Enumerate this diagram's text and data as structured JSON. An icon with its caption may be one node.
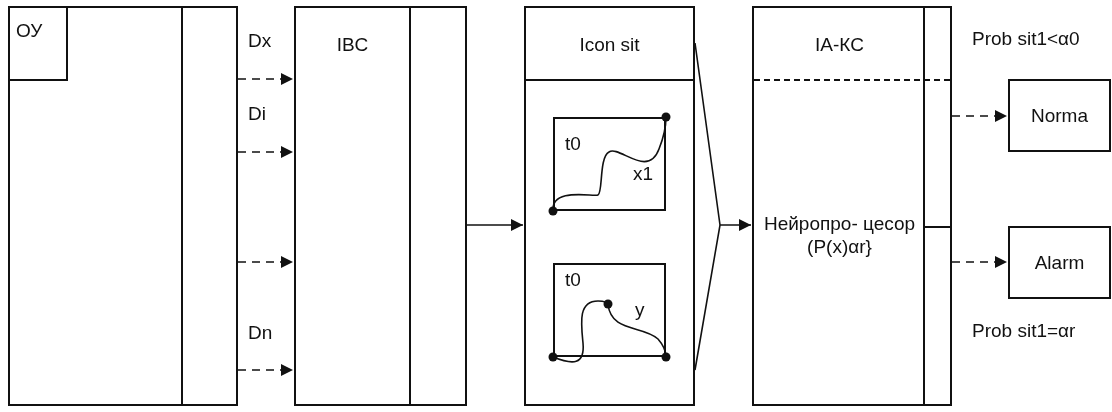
{
  "diagram": {
    "nodes": [
      {
        "text": [
          "ОУ"
        ]
      },
      {
        "text": [
          "IBC"
        ]
      },
      {
        "text": [
          "Icon sit"
        ]
      },
      {
        "text": [
          "t0",
          "x1"
        ],
        "in": 2
      },
      {
        "text": [
          "t0",
          "y"
        ],
        "in": 2
      },
      {
        "text": [
          "IA-КС",
          "Нейропро- цесор (P(x)αr}"
        ]
      },
      {
        "text": [
          "Norma"
        ]
      },
      {
        "text": [
          "Alarm"
        ]
      }
    ],
    "edges": [
      {
        "from": 0,
        "to": 1,
        "arrow": "to",
        "style": "dashed",
        "label": "Dx"
      },
      {
        "from": 0,
        "to": 1,
        "arrow": "to",
        "style": "dashed",
        "label": "Di"
      },
      {
        "from": 0,
        "to": 1,
        "arrow": "to",
        "style": "dashed"
      },
      {
        "from": 0,
        "to": 1,
        "arrow": "to",
        "style": "dashed",
        "label": "Dn"
      },
      {
        "from": 1,
        "to": 2,
        "arrow": "to"
      },
      {
        "from": 2,
        "to": 5,
        "arrow": "to"
      },
      {
        "from": 5,
        "to": 6,
        "arrow": "to",
        "style": "dashed"
      },
      {
        "from": 5,
        "to": 7,
        "arrow": "to",
        "style": "dashed"
      }
    ],
    "labels": [
      "Prob sit1<α0",
      "Prob sit1=αr"
    ]
  }
}
